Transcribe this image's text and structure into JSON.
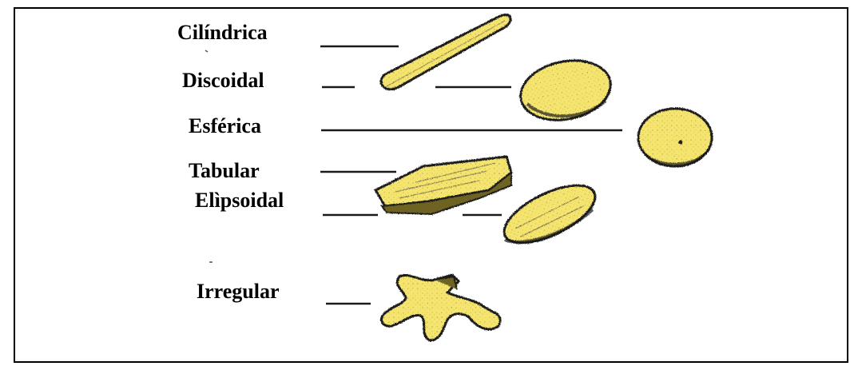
{
  "diagram": {
    "labels": {
      "cilindrica": "Cilíndrica",
      "discoidal": "Discoidal",
      "esferica": "Esférica",
      "tabular": "Tabular",
      "elipsoidal": "Elìpsoidal",
      "irregular": "Irregular"
    },
    "colors": {
      "fill": "#F5E46E",
      "outline": "#1a1a1a",
      "speckle": "#3a3a3a",
      "frame": "#000000"
    }
  }
}
